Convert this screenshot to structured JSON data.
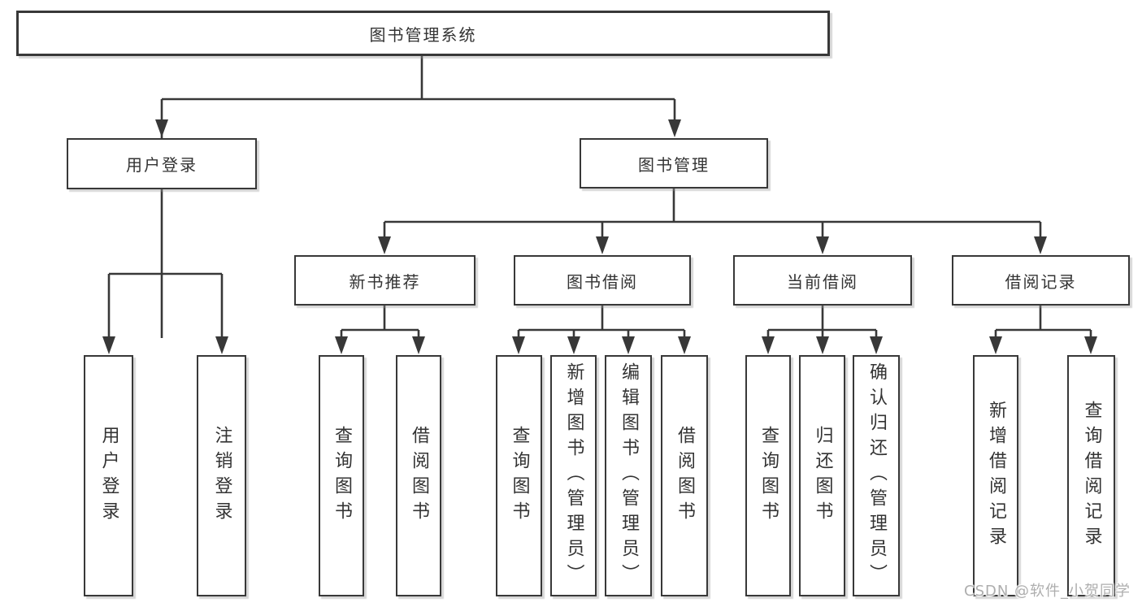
{
  "colors": {
    "line": "#383838",
    "text": "#333333",
    "box_background": "#ffffff",
    "watermark": "#aeaeae"
  },
  "watermark": "CSDN @软件_小贺同学",
  "tree": {
    "root": {
      "label": "图书管理系统"
    },
    "branches": [
      {
        "label": "用户登录",
        "children": [
          {
            "label": "用户登录"
          },
          {
            "label": "注销登录"
          }
        ]
      },
      {
        "label": "图书管理",
        "children": [
          {
            "label": "新书推荐",
            "children": [
              {
                "label": "查询图书"
              },
              {
                "label": "借阅图书"
              }
            ]
          },
          {
            "label": "图书借阅",
            "children": [
              {
                "label": "查询图书"
              },
              {
                "label": "新增图书（管理员）"
              },
              {
                "label": "编辑图书（管理员）"
              },
              {
                "label": "借阅图书"
              }
            ]
          },
          {
            "label": "当前借阅",
            "children": [
              {
                "label": "查询图书"
              },
              {
                "label": "归还图书"
              },
              {
                "label": "确认归还（管理员）"
              }
            ]
          },
          {
            "label": "借阅记录",
            "children": [
              {
                "label": "新增借阅记录"
              },
              {
                "label": "查询借阅记录"
              }
            ]
          }
        ]
      }
    ]
  }
}
